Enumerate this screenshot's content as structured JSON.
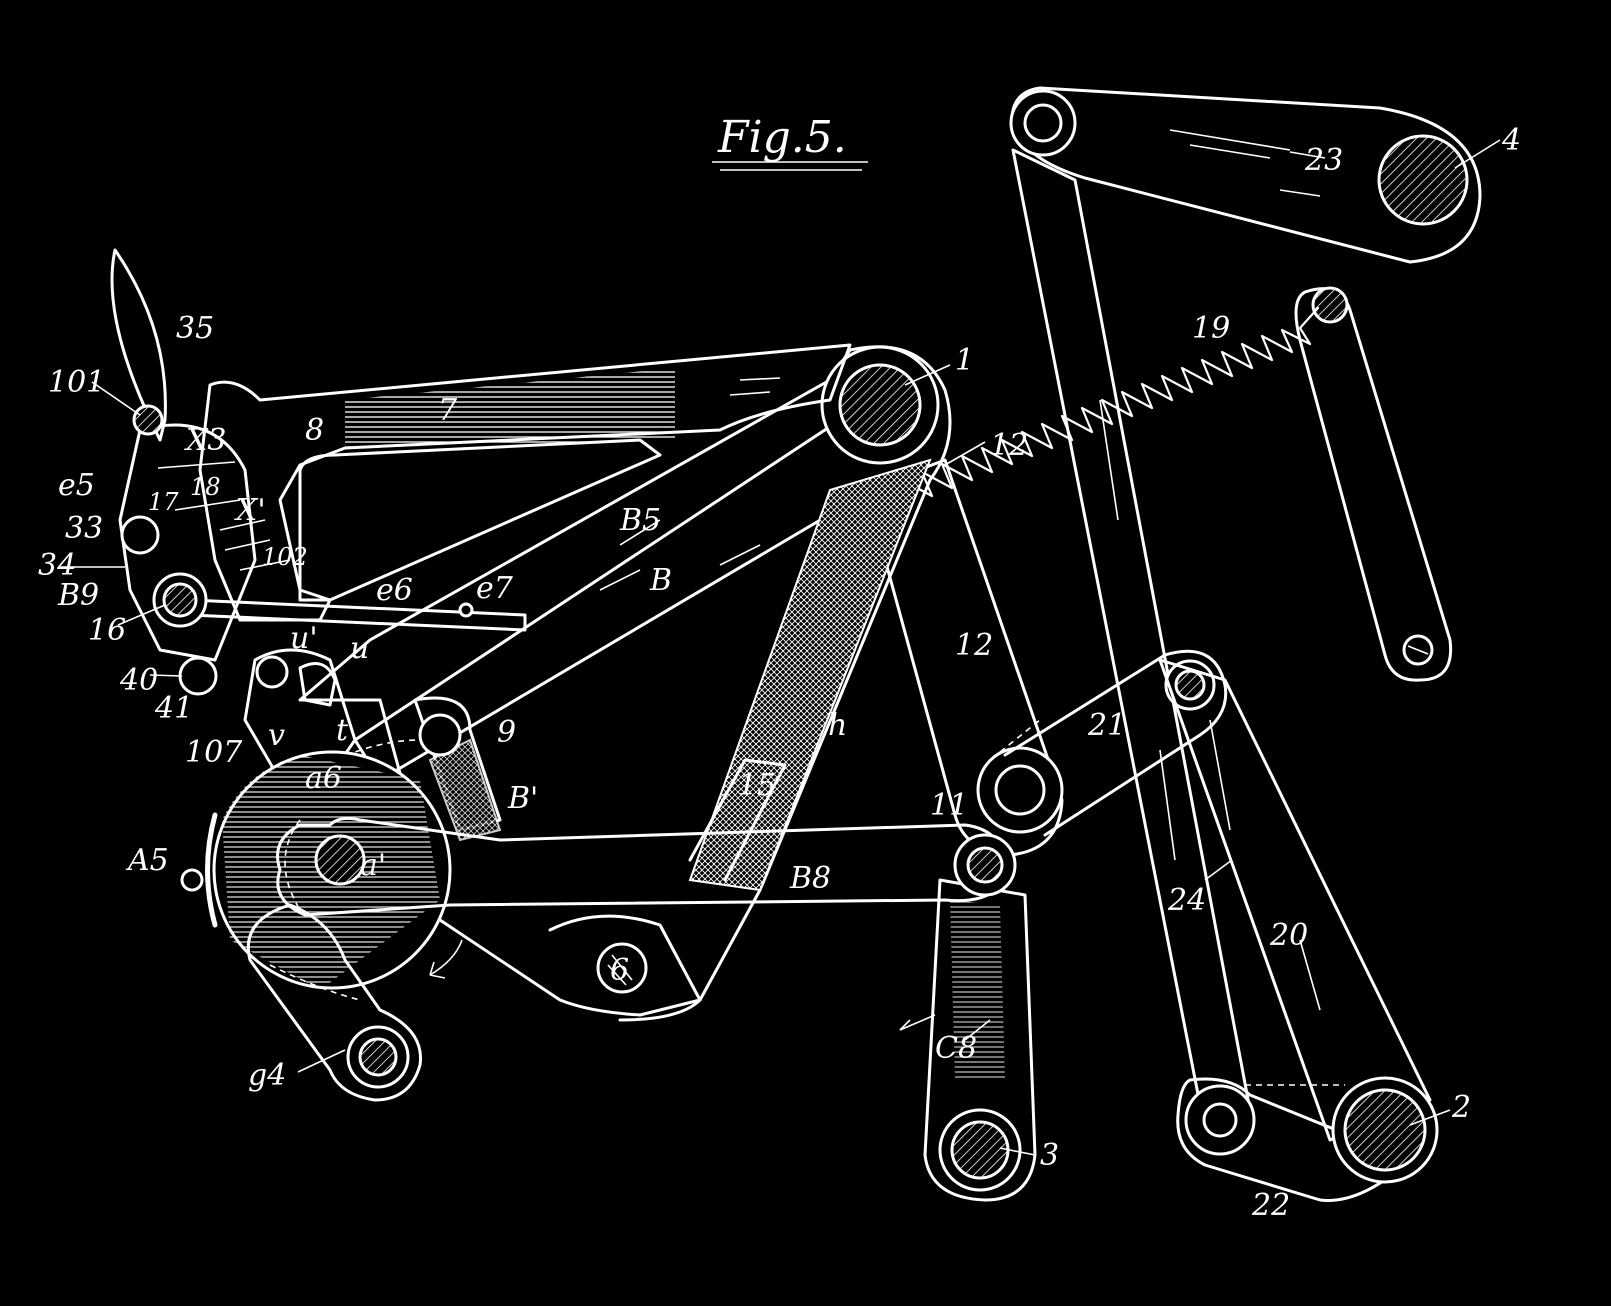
{
  "figure": {
    "title": "Fig.5.",
    "labels": {
      "n1": "1",
      "n2": "2",
      "n3": "3",
      "n4": "4",
      "n6": "6",
      "n7": "7",
      "n8": "8",
      "n9": "9",
      "n11": "11",
      "n12a": "12",
      "n12b": "12",
      "n15": "15",
      "n16": "16",
      "n17": "17",
      "n18": "18",
      "n19": "19",
      "n20": "20",
      "n21": "21",
      "n22": "22",
      "n23": "23",
      "n24": "24",
      "n33": "33",
      "n34": "34",
      "n35": "35",
      "n40": "40",
      "n41": "41",
      "n101": "101",
      "n102": "102",
      "n107": "107",
      "B": "B",
      "B1": "B'",
      "B5": "B5",
      "B8": "B8",
      "B9": "B9",
      "A5": "A5",
      "C8": "C8",
      "g4": "g4",
      "X1": "X'",
      "X3": "X3",
      "e5": "e5",
      "e6": "e6",
      "e7": "e7",
      "a1": "a'",
      "a6": "a6",
      "u": "u",
      "u1": "u'",
      "v": "v",
      "t": "t",
      "h": "h"
    }
  }
}
